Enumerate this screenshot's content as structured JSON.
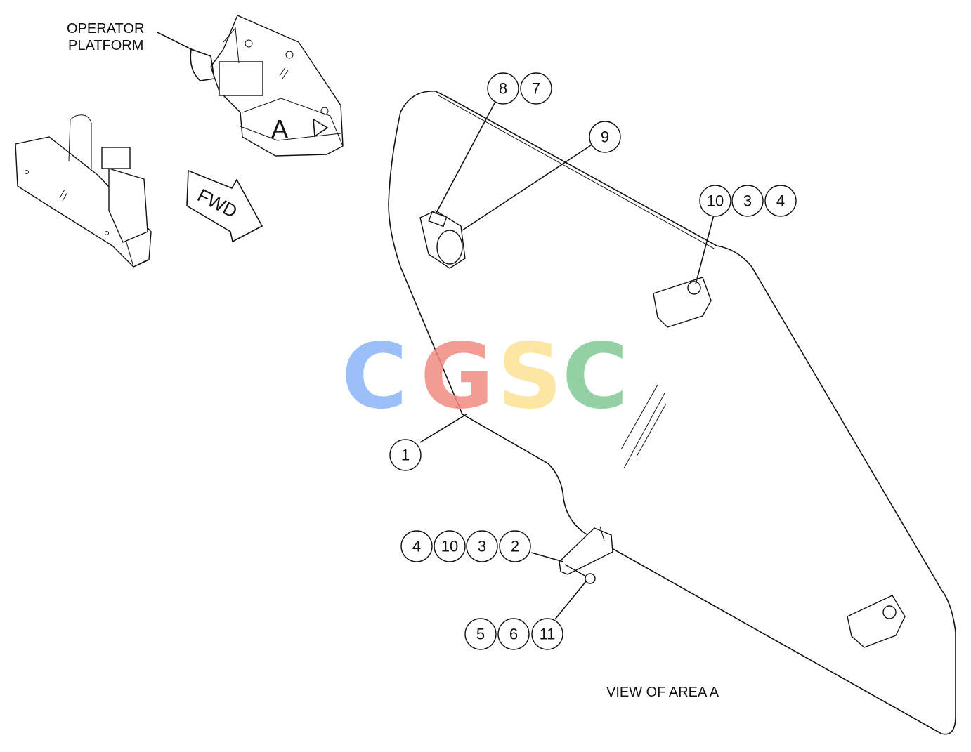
{
  "labels": {
    "operator_platform_line1": "OPERATOR",
    "operator_platform_line2": "PLATFORM",
    "area_marker": "A",
    "fwd": "FWD",
    "view_caption": "VIEW OF AREA A"
  },
  "callouts": {
    "c8": "8",
    "c7": "7",
    "c9": "9",
    "c10a": "10",
    "c3a": "3",
    "c4a": "4",
    "c1": "1",
    "c4b": "4",
    "c10b": "10",
    "c3b": "3",
    "c2": "2",
    "c5": "5",
    "c6": "6",
    "c11": "11"
  },
  "watermark": {
    "letters": [
      "C",
      "G",
      "S",
      "C"
    ],
    "colors": [
      "#8ab4f8",
      "#f28b82",
      "#fde293",
      "#81c995"
    ]
  }
}
